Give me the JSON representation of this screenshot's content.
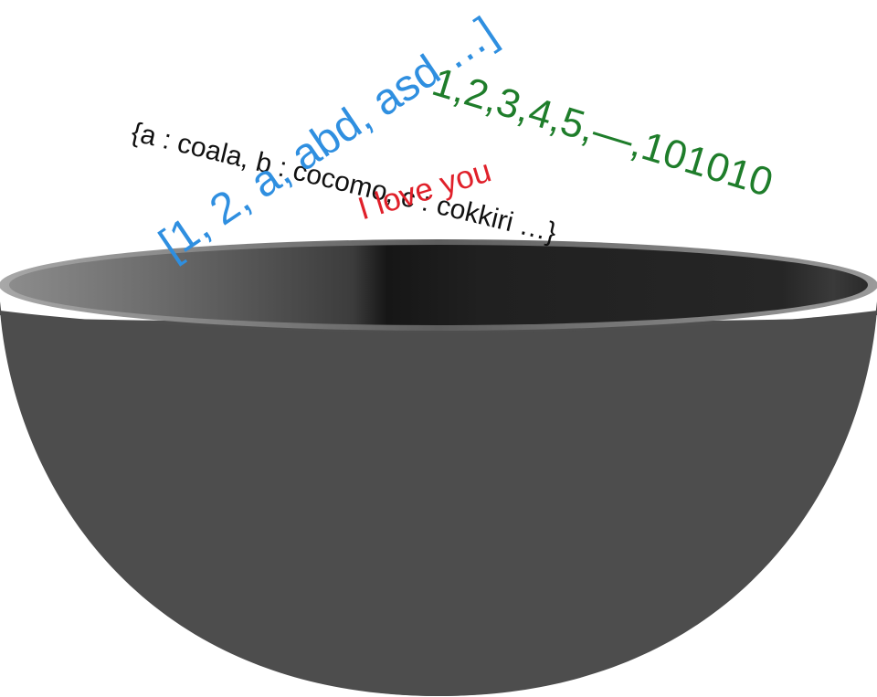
{
  "texts": {
    "numbers_list": "1,2,3,4,5,—,101010",
    "dictionary": "{a : coala, b : cocomo, c : cokkiri …}",
    "love_note": "I love you",
    "array_list": "[1, 2, a, abd, asd …]"
  },
  "colors": {
    "numbers_list": "#1e7d2a",
    "dictionary": "#111111",
    "love_note": "#e0202a",
    "array_list": "#2f8fe0",
    "bowl_body": "#4d4d4d",
    "bowl_inner_dark": "#1c1c1c",
    "bowl_inner_light": "#8a8a8a",
    "bowl_rim": "#b0b0b0"
  },
  "icons": {
    "bowl": "bowl-icon"
  }
}
